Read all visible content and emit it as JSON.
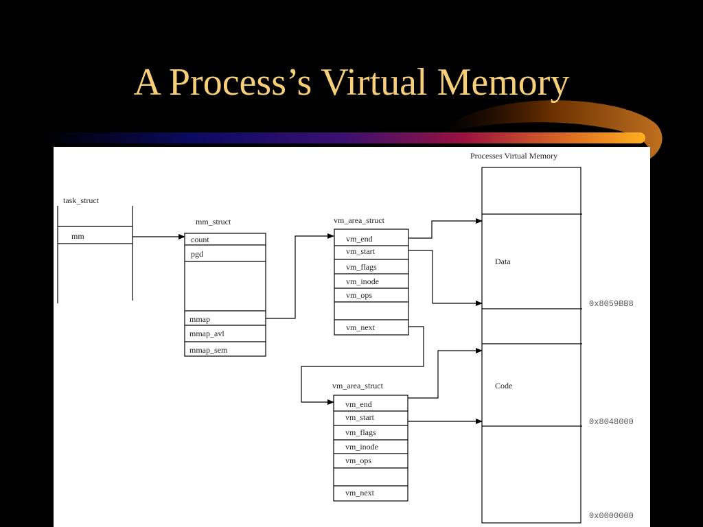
{
  "slide": {
    "title": "A Process’s Virtual Memory"
  },
  "colors": {
    "background": "#000000",
    "title": "#f6cf78",
    "panel": "#ffffff",
    "accent_orange": "#f0a020"
  },
  "diagram": {
    "task_struct": {
      "title": "task_struct",
      "fields": [
        "mm"
      ]
    },
    "mm_struct": {
      "title": "mm_struct",
      "fields": [
        "count",
        "pgd",
        "mmap",
        "mmap_avl",
        "mmap_sem"
      ]
    },
    "vm_area_1": {
      "title": "vm_area_struct",
      "fields": [
        "vm_end",
        "vm_start",
        "vm_flags",
        "vm_inode",
        "vm_ops",
        "vm_next"
      ]
    },
    "vm_area_2": {
      "title": "vm_area_struct",
      "fields": [
        "vm_end",
        "vm_start",
        "vm_flags",
        "vm_inode",
        "vm_ops",
        "vm_next"
      ]
    },
    "memory": {
      "title": "Processes Virtual Memory",
      "regions": [
        "Data",
        "Code"
      ]
    },
    "addresses": [
      "0x8059BB8",
      "0x8048000",
      "0x0000000"
    ]
  }
}
